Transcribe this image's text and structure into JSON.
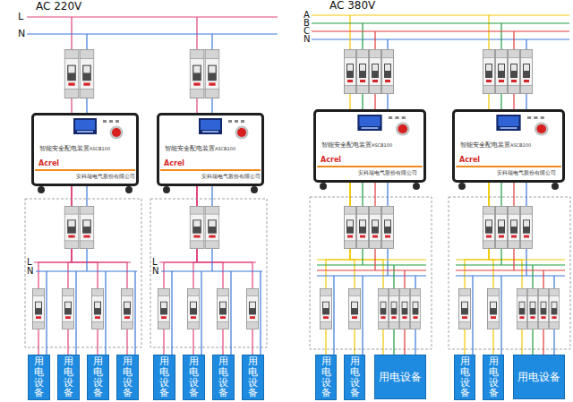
{
  "diagram": {
    "nodes": [
      {
        "text": [
          "智能安全配电装置",
          "ASCB100",
          "Acrel",
          "安科瑞电气股份有限公司"
        ]
      },
      {
        "text": [
          "智能安全配电装置",
          "ASCB100",
          "Acrel",
          "安科瑞电气股份有限公司"
        ]
      },
      {
        "text": [
          "智能安全配电装置",
          "ASCB100",
          "Acrel",
          "安科瑞电气股份有限公司"
        ]
      },
      {
        "text": [
          "智能安全配电装置",
          "ASCB100",
          "Acrel",
          "安科瑞电气股份有限公司"
        ]
      },
      {
        "text": [
          "用电设备"
        ]
      },
      {
        "text": [
          "用电设备"
        ]
      },
      {
        "text": [
          "用电设备"
        ]
      },
      {
        "text": [
          "用电设备"
        ]
      },
      {
        "text": [
          "用电设备"
        ]
      },
      {
        "text": [
          "用电设备"
        ]
      },
      {
        "text": [
          "用电设备"
        ]
      },
      {
        "text": [
          "用电设备"
        ]
      },
      {
        "text": [
          "用电设备"
        ]
      },
      {
        "text": [
          "用电设备"
        ]
      },
      {
        "text": [
          "用电设备"
        ]
      },
      {
        "text": [
          "用电设备"
        ]
      },
      {
        "text": [
          "用电设备"
        ]
      },
      {
        "text": [
          "用电设备"
        ]
      }
    ],
    "edges": [
      {
        "from": 0,
        "to": 4,
        "arrow": "none"
      },
      {
        "from": 0,
        "to": 5,
        "arrow": "none"
      },
      {
        "from": 0,
        "to": 6,
        "arrow": "none"
      },
      {
        "from": 0,
        "to": 7,
        "arrow": "none"
      },
      {
        "from": 1,
        "to": 8,
        "arrow": "none"
      },
      {
        "from": 1,
        "to": 9,
        "arrow": "none"
      },
      {
        "from": 1,
        "to": 10,
        "arrow": "none"
      },
      {
        "from": 1,
        "to": 11,
        "arrow": "none"
      },
      {
        "from": 2,
        "to": 12,
        "arrow": "none"
      },
      {
        "from": 2,
        "to": 13,
        "arrow": "none"
      },
      {
        "from": 2,
        "to": 14,
        "arrow": "none"
      },
      {
        "from": 3,
        "to": 15,
        "arrow": "none"
      },
      {
        "from": 3,
        "to": 16,
        "arrow": "none"
      },
      {
        "from": 3,
        "to": 17,
        "arrow": "none"
      }
    ],
    "labels": [
      "AC 220V",
      "L",
      "N",
      "AC 380V",
      "A",
      "B",
      "C",
      "N",
      "L",
      "N",
      "L",
      "N"
    ]
  }
}
